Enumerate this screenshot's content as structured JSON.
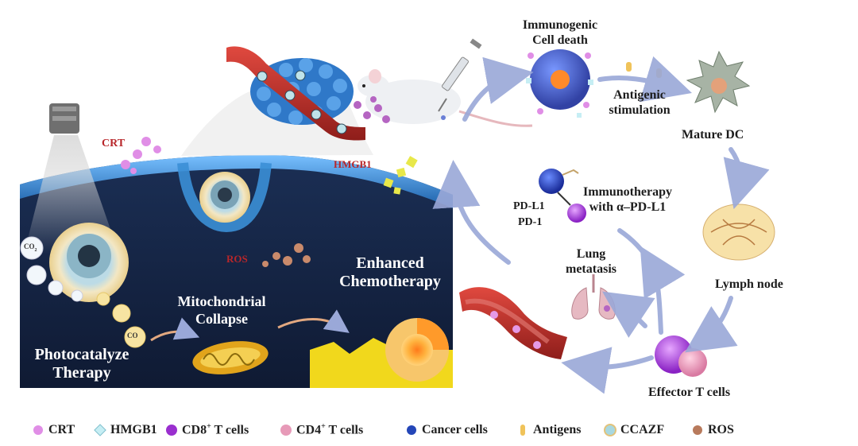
{
  "labels": {
    "crt": "CRT",
    "hmgb1": "HMGB1",
    "ros": "ROS",
    "icd_line1": "Immunogenic",
    "icd_line2": "Cell death",
    "antigenic_line1": "Antigenic",
    "antigenic_line2": "stimulation",
    "mature_dc": "Mature DC",
    "immunotherapy_line1": "Immunotherapy",
    "immunotherapy_line2": "with α–PD-L1",
    "pdl1": "PD-L1",
    "pd1": "PD-1",
    "lymph_node": "Lymph node",
    "lung_line1": "Lung",
    "lung_line2": "metatasis",
    "effector_t": "Effector T cells",
    "chemo_line1": "Enhanced",
    "chemo_line2": "Chemotherapy",
    "mito_line1": "Mitochondrial",
    "mito_line2": "Collapse",
    "photo_line1": "Photocatalyze",
    "photo_line2": "Therapy",
    "co2": "CO",
    "co2_sub": "2",
    "co": "CO"
  },
  "legend": [
    {
      "name": "CRT",
      "sup": "",
      "suffix": "",
      "symbol": "crt",
      "color": "#e08ee6"
    },
    {
      "name": "HMGB1",
      "sup": "",
      "suffix": "",
      "symbol": "hmgb1",
      "color": "#c6eef4"
    },
    {
      "name": "CD8",
      "sup": "+",
      "suffix": " T cells",
      "symbol": "cd8",
      "color": "#9a2fcf"
    },
    {
      "name": "CD4",
      "sup": "+",
      "suffix": " T cells",
      "symbol": "cd4",
      "color": "#e79ab8"
    },
    {
      "name": "Cancer cells",
      "sup": "",
      "suffix": "",
      "symbol": "cancer",
      "color": "#2446b8"
    },
    {
      "name": "Antigens",
      "sup": "",
      "suffix": "",
      "symbol": "antigen",
      "color": "#f0c35a"
    },
    {
      "name": "CCAZF",
      "sup": "",
      "suffix": "",
      "symbol": "ccazf",
      "color": "#a8d8e0"
    },
    {
      "name": "ROS",
      "sup": "",
      "suffix": "",
      "symbol": "ros",
      "color": "#b87a5c"
    }
  ],
  "colors": {
    "tumor_bg": "#14213d",
    "membrane": "#3b8fd6",
    "vessel": "#c0302c",
    "arrow": "#9aa8d8",
    "crt": "#e08ee6",
    "hmgb1": "#e8e84a",
    "ros": "#c98a6b"
  }
}
